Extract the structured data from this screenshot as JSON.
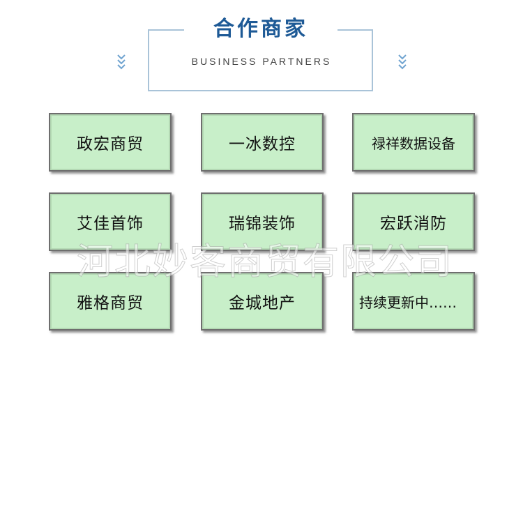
{
  "header": {
    "title_cn": "合作商家",
    "title_en": "BUSINESS PARTNERS",
    "left_icon": "double-chevron-down-icon",
    "right_icon": "double-chevron-down-icon",
    "accent_color": "#1e5a96",
    "frame_color": "#a9c3d8"
  },
  "partners": [
    "政宏商贸",
    "一冰数控",
    "禄祥数据设备",
    "艾佳首饰",
    "瑞锦装饰",
    "宏跃消防",
    "雅格商贸",
    "金城地产",
    "持续更新中……"
  ],
  "card_color": "#c8efc9",
  "watermark": "河北妙客商贸有限公司"
}
